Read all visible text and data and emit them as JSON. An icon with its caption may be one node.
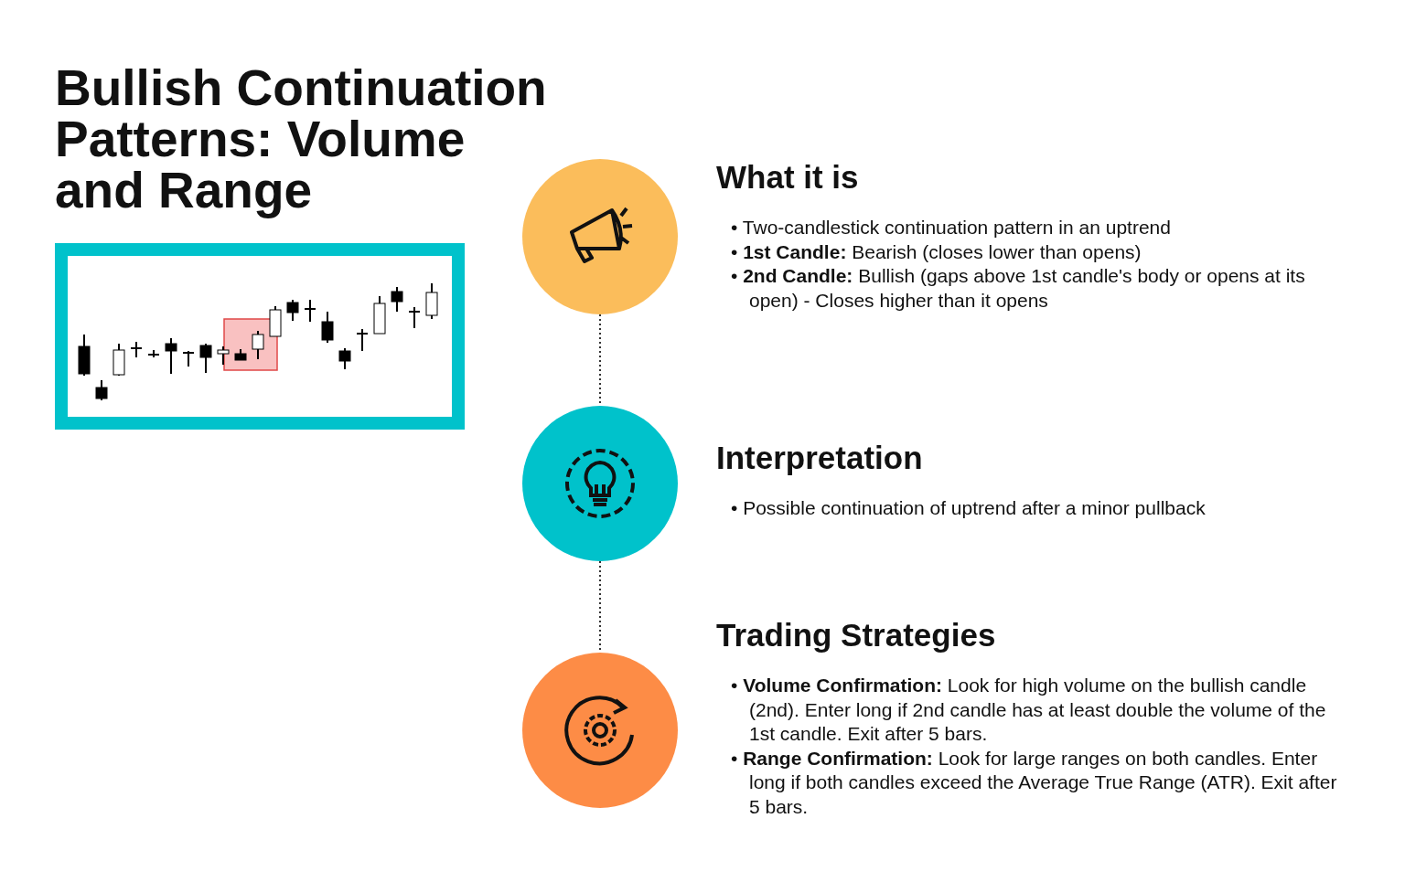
{
  "diagram": {
    "title": "Bullish Continuation Patterns: Volume and Range",
    "nodes": [
      {
        "text": [],
        "shape": "circle",
        "beside": [
          "What it is",
          "• Two-candlestick continuation pattern in an uptrend",
          "• **1st Candle:** Bearish (closes lower than opens)",
          "• **2nd Candle:** Bullish (gaps above 1st candle's body or opens at its open) - Closes higher than it opens"
        ]
      },
      {
        "text": [],
        "shape": "circle",
        "beside": [
          "Interpretation",
          "• Possible continuation of uptrend after a minor pullback"
        ]
      },
      {
        "text": [],
        "shape": "circle",
        "beside": [
          "Trading Strategies",
          "• **Volume Confirmation:** Look for high volume on the bullish candle (2nd). Enter long if 2nd candle has at least double the volume of the 1st candle. Exit after 5 bars.",
          "• **Range Confirmation:** Look for large ranges on both candles. Enter long if both candles exceed the Average True Range (ATR). Exit after 5 bars."
        ]
      }
    ],
    "edges": [
      {
        "from": 0,
        "to": 1,
        "arrow": "none",
        "style": "dashed"
      },
      {
        "from": 1,
        "to": 2,
        "arrow": "none",
        "style": "dashed"
      }
    ]
  }
}
